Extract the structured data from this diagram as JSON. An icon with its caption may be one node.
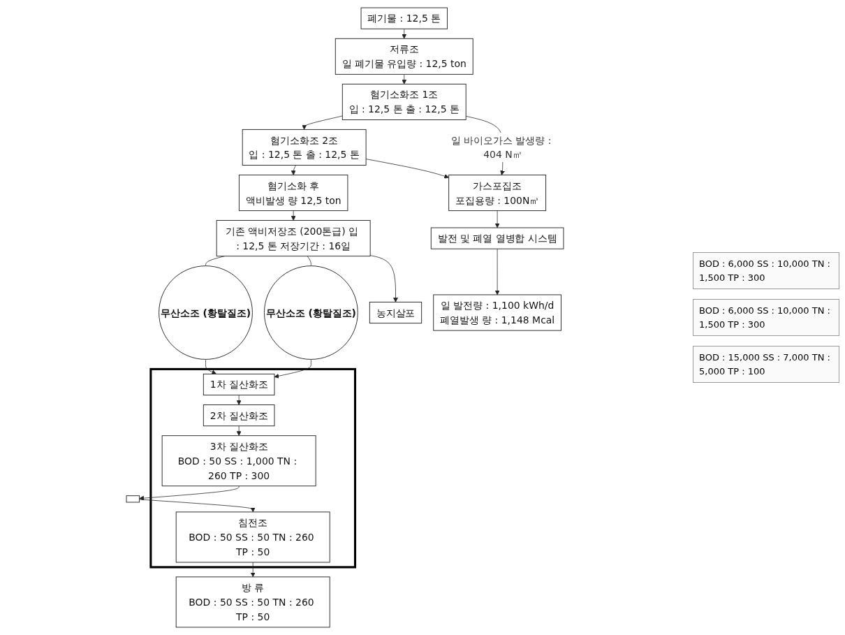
{
  "diagram": {
    "nodes": [
      {
        "text": [
          "폐기물 : 12,5 톤"
        ]
      },
      {
        "text": [
          "저류조",
          "일 폐기물 유입량 : 12,5 ton"
        ]
      },
      {
        "text": [
          "혐기소화조 1조",
          "입 : 12,5 톤 출 : 12,5 톤"
        ]
      },
      {
        "text": [
          "혐기소화조 2조",
          "입 : 12,5 톤 출 : 12,5 톤"
        ]
      },
      {
        "text": [
          "가스포집조",
          "포집용량 : 100N㎥"
        ]
      },
      {
        "text": [
          "무산소조 (황탈질조)"
        ]
      },
      {
        "text": [
          "기존 액비저장조 (200톤급) 입 : 12,5 톤 저장기간 : 16일"
        ]
      },
      {
        "text": [
          "혐기소화 후",
          "액비발생 량 12,5 ton"
        ]
      },
      {
        "text": [
          "발전 및 폐열 열병합 시스템"
        ]
      },
      {
        "text": [
          "무산소조 (황탈질조)"
        ]
      },
      {
        "text": [
          "농지살포"
        ]
      },
      {
        "text": [
          "일 발전량 : 1,100 kWh/d",
          "폐열발생 량 : 1,148 Mcal"
        ]
      },
      {
        "text": [],
        "shape": "box"
      },
      {
        "text": [
          "1차 질산화조"
        ],
        "in": 12
      },
      {
        "text": [
          "침전조",
          "BOD : 50 SS : 50 TN : 260 TP : 50"
        ],
        "in": 12
      },
      {
        "text": [
          "방 류",
          "BOD : 50 SS : 50 TN : 260 TP : 50"
        ]
      },
      {
        "text": [
          "2차 질산화조"
        ],
        "in": 12
      },
      {
        "text": [
          "3차 질산화조",
          "BOD : 50 SS : 1,000 TN : 260 TP : 300"
        ],
        "in": 12
      },
      {
        "text": [],
        "shape": "box"
      }
    ],
    "edges": [
      {
        "from": 0,
        "to": 1,
        "arrow": "to"
      },
      {
        "from": 1,
        "to": 2,
        "arrow": "to"
      },
      {
        "from": 2,
        "to": 3,
        "arrow": "to"
      },
      {
        "from": 2,
        "to": 4,
        "arrow": "to",
        "label": "일 바이오가스 발생량 : 404 N㎥"
      },
      {
        "from": 3,
        "to": 4,
        "arrow": "to"
      },
      {
        "from": 3,
        "to": 7,
        "arrow": "to"
      },
      {
        "from": 4,
        "to": 8,
        "arrow": "to"
      },
      {
        "from": 7,
        "to": 6,
        "arrow": "to"
      },
      {
        "from": 8,
        "to": 11,
        "arrow": "to"
      },
      {
        "from": 6,
        "to": 10,
        "arrow": "to"
      },
      {
        "from": 6,
        "to": 5,
        "arrow": "none"
      },
      {
        "from": 6,
        "to": 9,
        "arrow": "none"
      },
      {
        "from": 5,
        "to": 13,
        "arrow": "to"
      },
      {
        "from": 9,
        "to": 13,
        "arrow": "to"
      },
      {
        "from": 13,
        "to": 16,
        "arrow": "to"
      },
      {
        "from": 16,
        "to": 17,
        "arrow": "to"
      },
      {
        "from": 17,
        "to": 18,
        "arrow": "to"
      },
      {
        "from": 18,
        "to": 14,
        "arrow": "to"
      },
      {
        "from": 14,
        "to": 15,
        "arrow": "to"
      }
    ],
    "labels": [
      "BOD : 6,000 SS : 10,000 TN : 1,500 TP : 300",
      "BOD : 6,000 SS : 10,000 TN : 1,500 TP : 300",
      "BOD : 15,000 SS : 7,000 TN : 5,000 TP : 100"
    ]
  }
}
